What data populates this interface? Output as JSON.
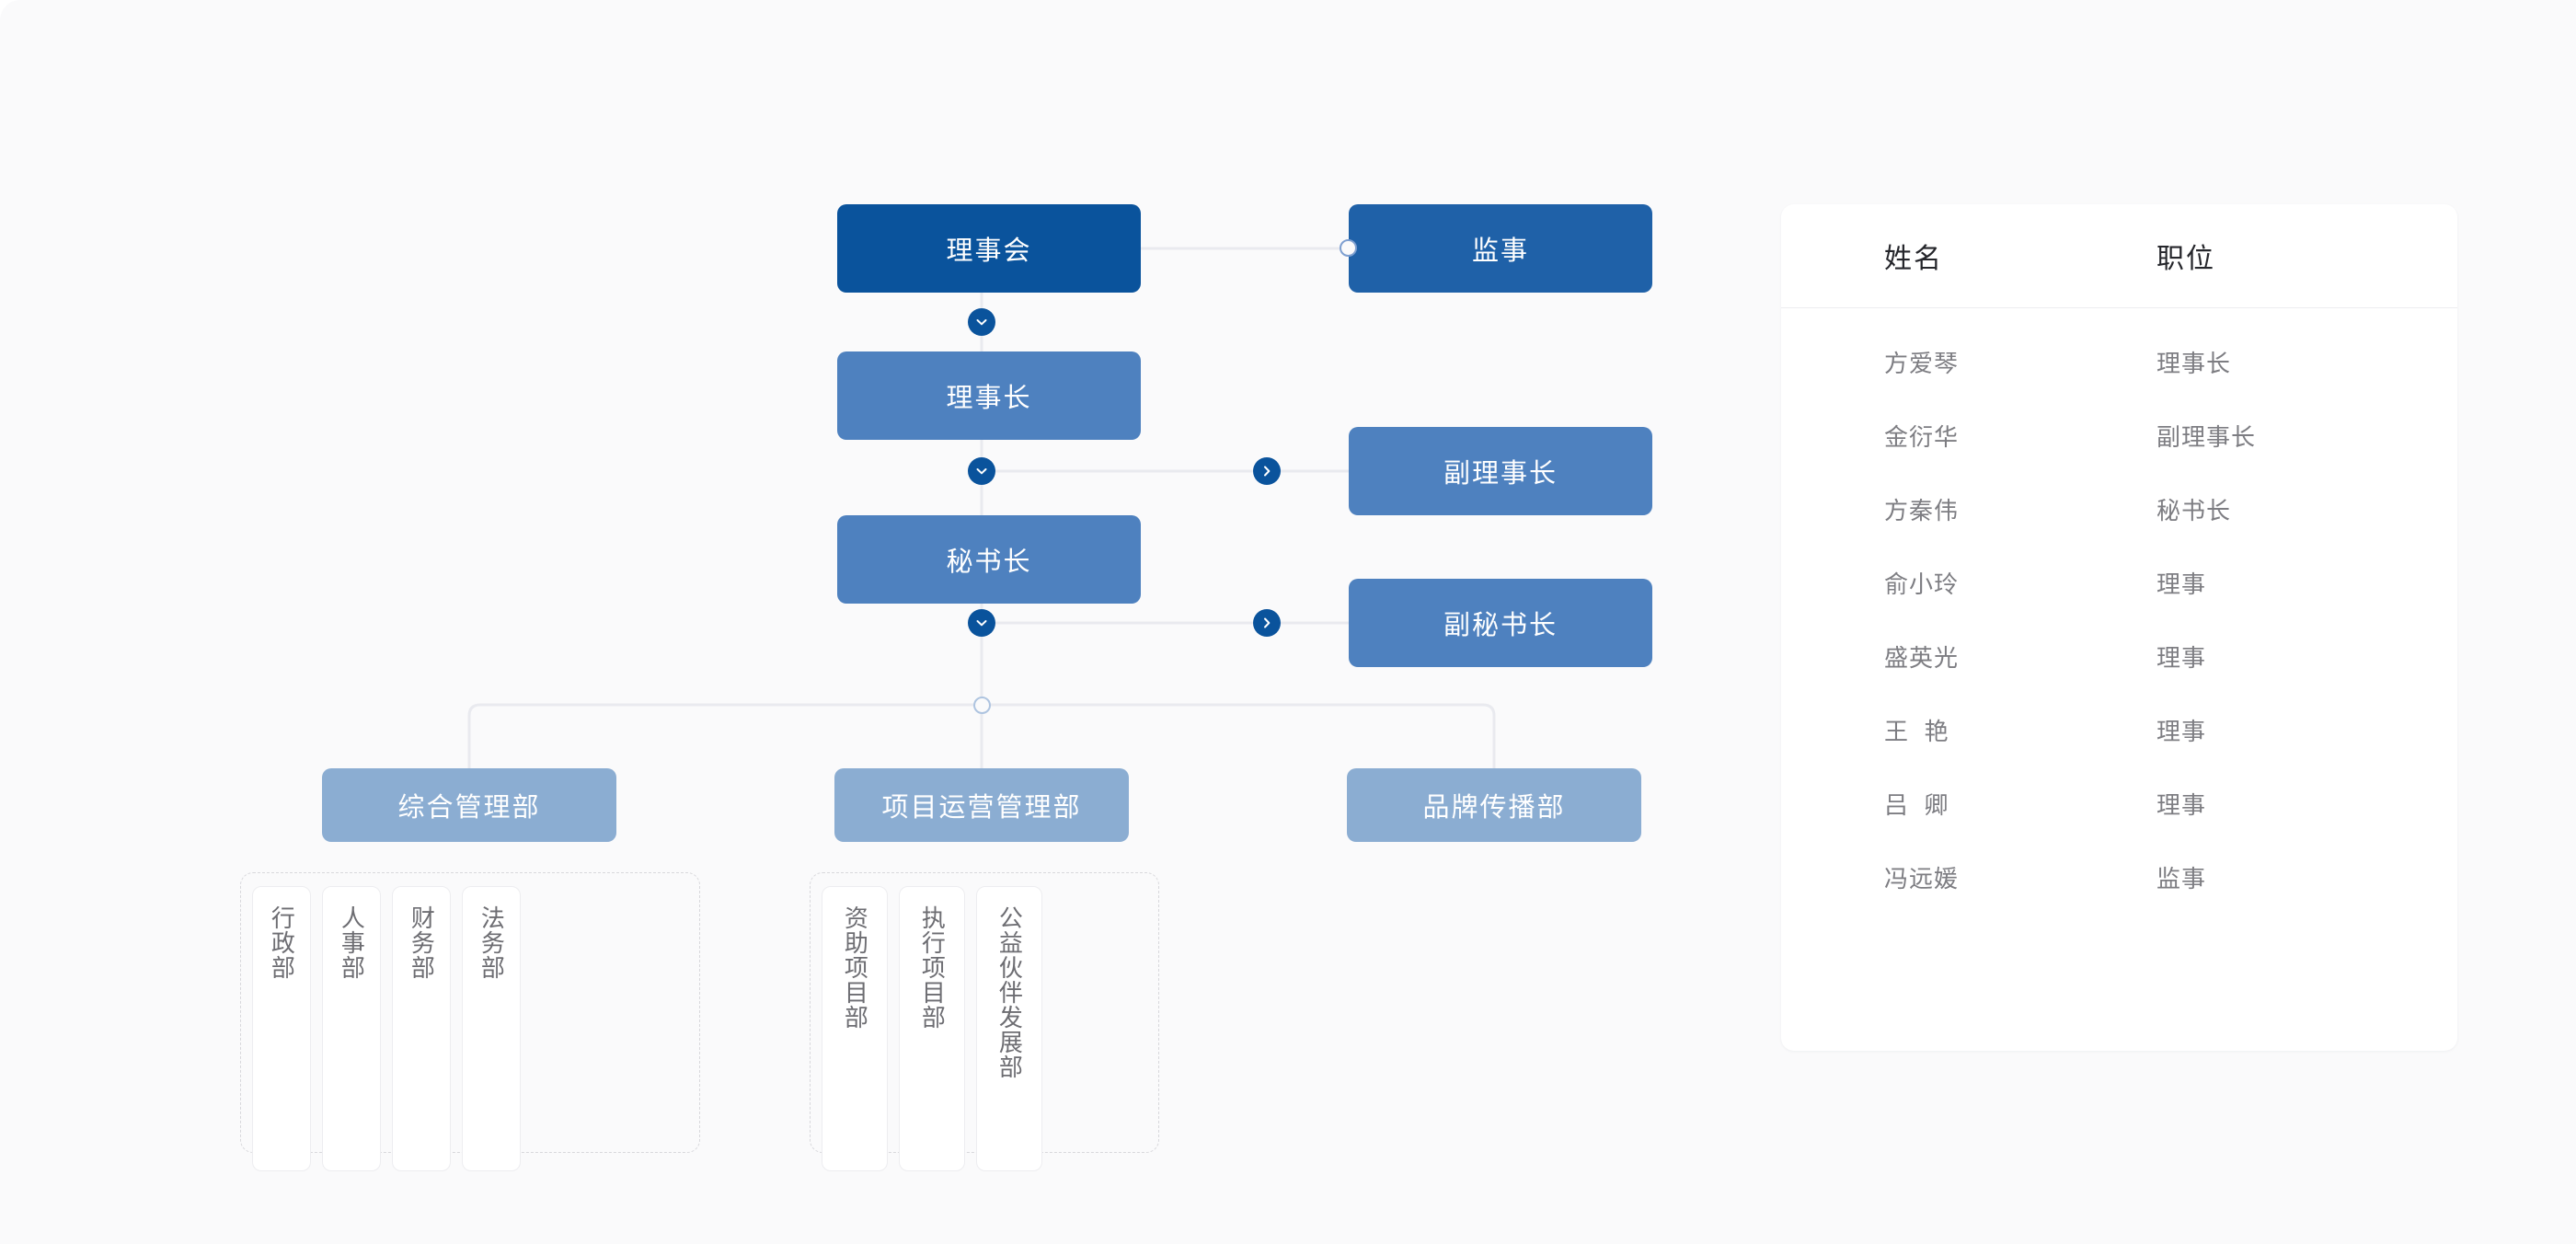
{
  "theme": {
    "background": "#fafafb",
    "root_blue": "#0a539c",
    "aux_blue": "#1f61a8",
    "mid_blue": "#4e81bf",
    "dept_blue": "#8badd2",
    "line_color": "#e9eaef",
    "knob_blue": "#0a539c",
    "card_white": "#ffffff",
    "muted_text": "#7d7d82"
  },
  "org_chart": {
    "nodes": {
      "board": {
        "label": "理事会",
        "level": "root"
      },
      "supervisor": {
        "label": "监事",
        "level": "aux"
      },
      "chairman": {
        "label": "理事长",
        "level": "mid"
      },
      "vice_chairman": {
        "label": "副理事长",
        "level": "mid"
      },
      "secretary_general": {
        "label": "秘书长",
        "level": "mid"
      },
      "deputy_secretary": {
        "label": "副秘书长",
        "level": "mid"
      },
      "dept_admin": {
        "label": "综合管理部",
        "level": "dept"
      },
      "dept_project": {
        "label": "项目运营管理部",
        "level": "dept"
      },
      "dept_brand": {
        "label": "品牌传播部",
        "level": "dept"
      }
    },
    "sub_departments": {
      "dept_admin": [
        {
          "label": "行政部"
        },
        {
          "label": "人事部"
        },
        {
          "label": "财务部"
        },
        {
          "label": "法务部"
        }
      ],
      "dept_project": [
        {
          "label": "资助项目部"
        },
        {
          "label": "执行项目部"
        },
        {
          "label": "公益伙伴发展部"
        }
      ],
      "dept_brand": []
    },
    "connectors": [
      {
        "from": "board",
        "to": "supervisor",
        "icon": "circle-hollow-icon"
      },
      {
        "from": "board",
        "to": "chairman",
        "icon": "chevron-down-icon"
      },
      {
        "from": "chairman",
        "to": "secretary_general",
        "icon": "chevron-down-icon"
      },
      {
        "from": "chairman",
        "to": "vice_chairman",
        "icon": "chevron-right-icon"
      },
      {
        "from": "secretary_general",
        "to": "deputy_secretary",
        "icon": "chevron-right-icon"
      },
      {
        "from": "secretary_general",
        "to": "departments",
        "icon": "circle-hollow-icon"
      }
    ]
  },
  "roster": {
    "columns": [
      {
        "key": "name",
        "label": "姓名"
      },
      {
        "key": "role",
        "label": "职位"
      }
    ],
    "rows": [
      {
        "name": "方爱琴",
        "role": "理事长"
      },
      {
        "name": "金衍华",
        "role": "副理事长"
      },
      {
        "name": "方秦伟",
        "role": "秘书长"
      },
      {
        "name": "俞小玲",
        "role": "理事"
      },
      {
        "name": "盛英光",
        "role": "理事"
      },
      {
        "name": "王  艳",
        "role": "理事"
      },
      {
        "name": "吕  卿",
        "role": "理事"
      },
      {
        "name": "冯远媛",
        "role": "监事"
      }
    ]
  }
}
